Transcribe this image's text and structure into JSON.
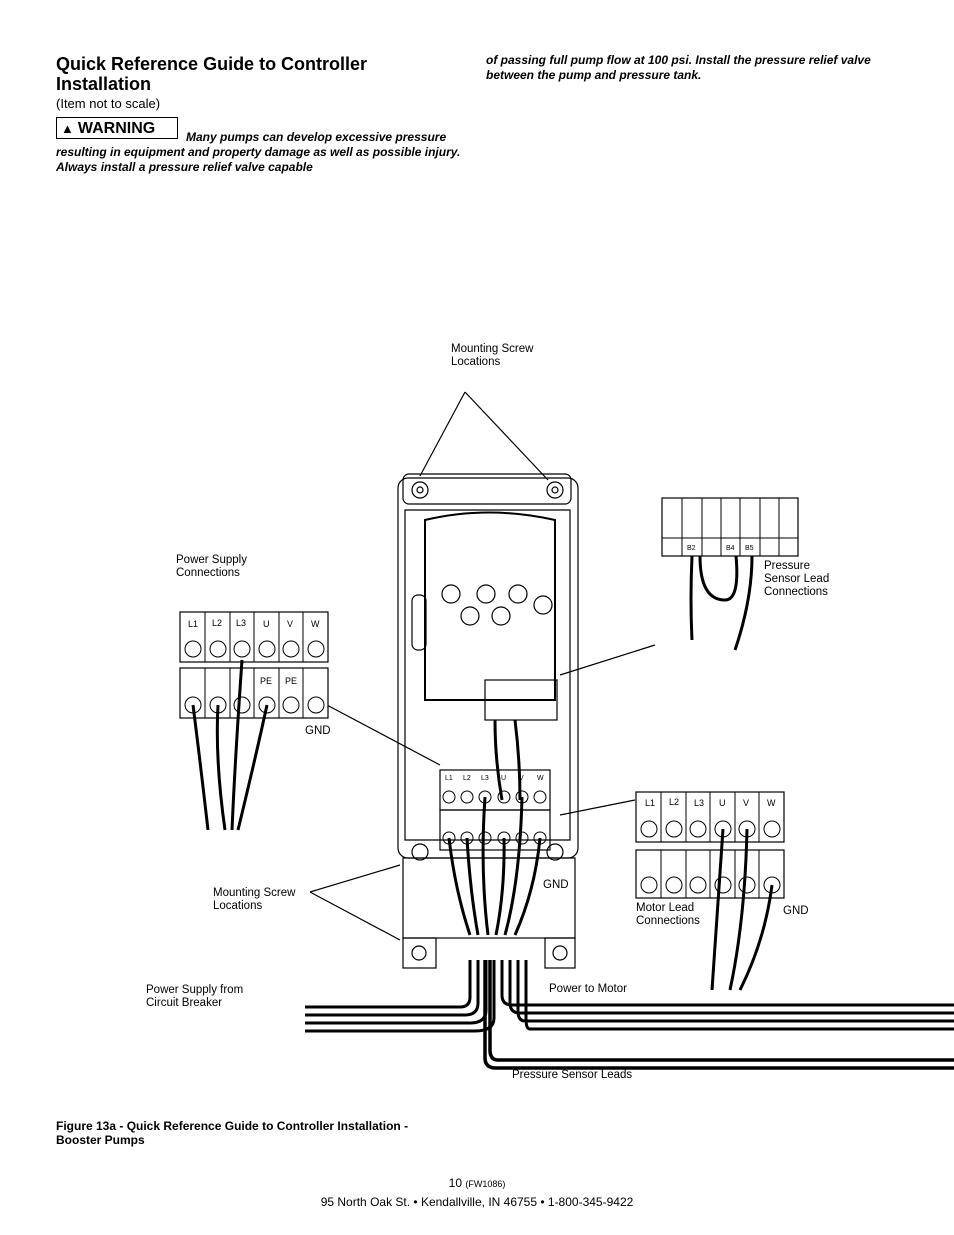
{
  "header": {
    "title": "Quick Reference Guide to Controller Installation",
    "subtitle": "(Item not to scale)"
  },
  "warning": {
    "badge": "WARNING",
    "text_left": "Many pumps can develop excessive pressure resulting in equipment and property damage as well as possible injury. Always install a pressure relief valve capable",
    "text_right": "of passing full pump flow at 100 psi. Install the pressure relief valve between the pump and pressure tank."
  },
  "diagram": {
    "labels": {
      "mounting_top": "Mounting Screw\nLocations",
      "power_supply_connections": "Power Supply\nConnections",
      "pressure_sensor_lead": "Pressure\nSensor Lead\nConnections",
      "gnd_left": "GND",
      "gnd_center": "GND",
      "gnd_right": "GND",
      "mounting_bottom": "Mounting Screw\nLocations",
      "motor_lead": "Motor Lead\nConnections",
      "power_supply_breaker": "Power Supply from\nCircuit Breaker",
      "power_to_motor": "Power to Motor",
      "pressure_sensor_leads": "Pressure Sensor Leads"
    },
    "terminal_top_labels": [
      "L1",
      "L2",
      "L3",
      "U",
      "V",
      "W"
    ],
    "terminal_bottom_labels": [
      "",
      "",
      "",
      "PE",
      "PE",
      ""
    ],
    "sensor_terminal_labels": [
      "B2",
      "B4",
      "B5"
    ]
  },
  "caption": "Figure 13a - Quick Reference Guide to Controller Installation -\nBooster Pumps",
  "footer": {
    "page_number": "10",
    "doc_code": "(FW1086)",
    "address": "95 North Oak St. • Kendallville, IN  46755 • 1-800-345-9422"
  }
}
